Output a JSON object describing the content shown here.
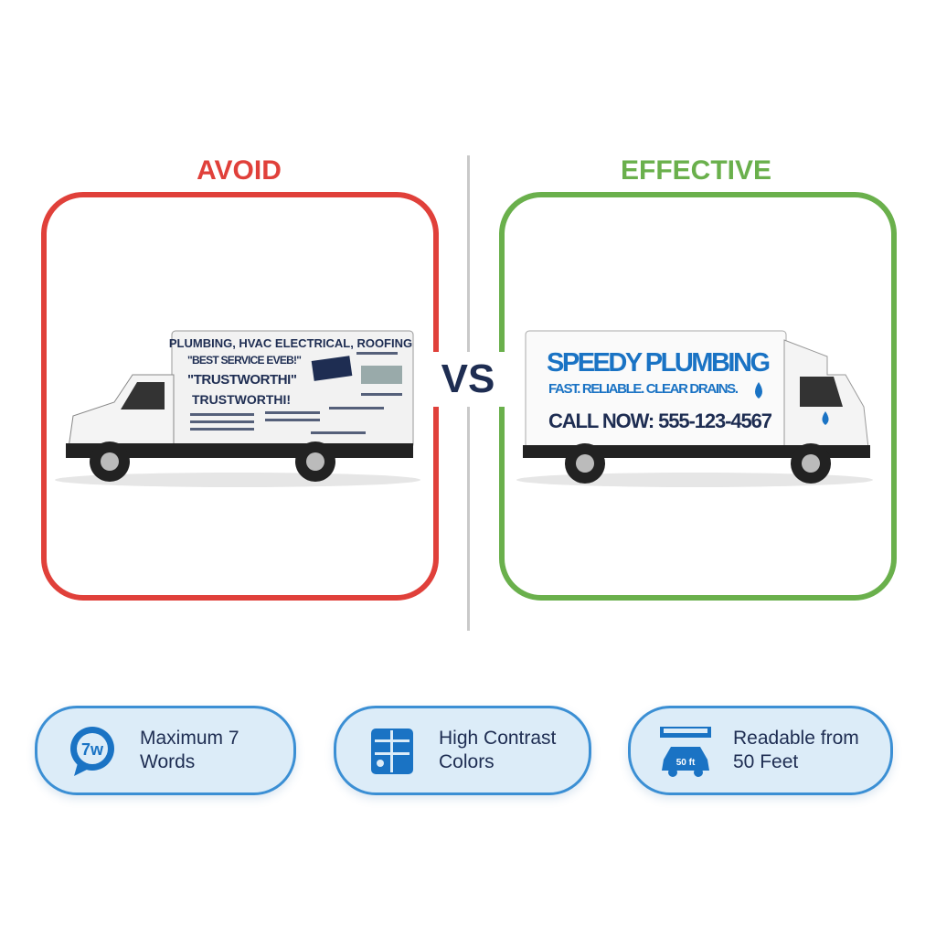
{
  "avoid": {
    "title": "AVOID",
    "color": "#e0403a",
    "truck": {
      "headline": "PLUMBING, HVAC ELECTRICAL, ROOFING",
      "line1": "\"BEST SERVICE EVEB!\"",
      "line2": "\"TRUSTWORTHI\"",
      "line3": "TRUSTWORTHI!"
    }
  },
  "vs": "VS",
  "effective": {
    "title": "EFFECTIVE",
    "color": "#6ab04c",
    "truck": {
      "brand": "SPEEDY PLUMBING",
      "tagline": "FAST. RELIABLE. CLEAR DRAINS.",
      "cta": "CALL NOW: 555-123-4567"
    }
  },
  "tips": [
    {
      "icon": "speech-bubble-7w-icon",
      "badge": "7w",
      "line1": "Maximum 7",
      "line2": "Words"
    },
    {
      "icon": "contrast-grid-icon",
      "line1": "High Contrast",
      "line2": "Colors"
    },
    {
      "icon": "ruler-car-icon",
      "badge": "50 ft",
      "line1": "Readable from",
      "line2": "50 Feet"
    }
  ],
  "colors": {
    "navy": "#1e2d52",
    "blue": "#1a73c4",
    "card_border": "#3b8fd4",
    "card_fill": "#dcecf8"
  }
}
